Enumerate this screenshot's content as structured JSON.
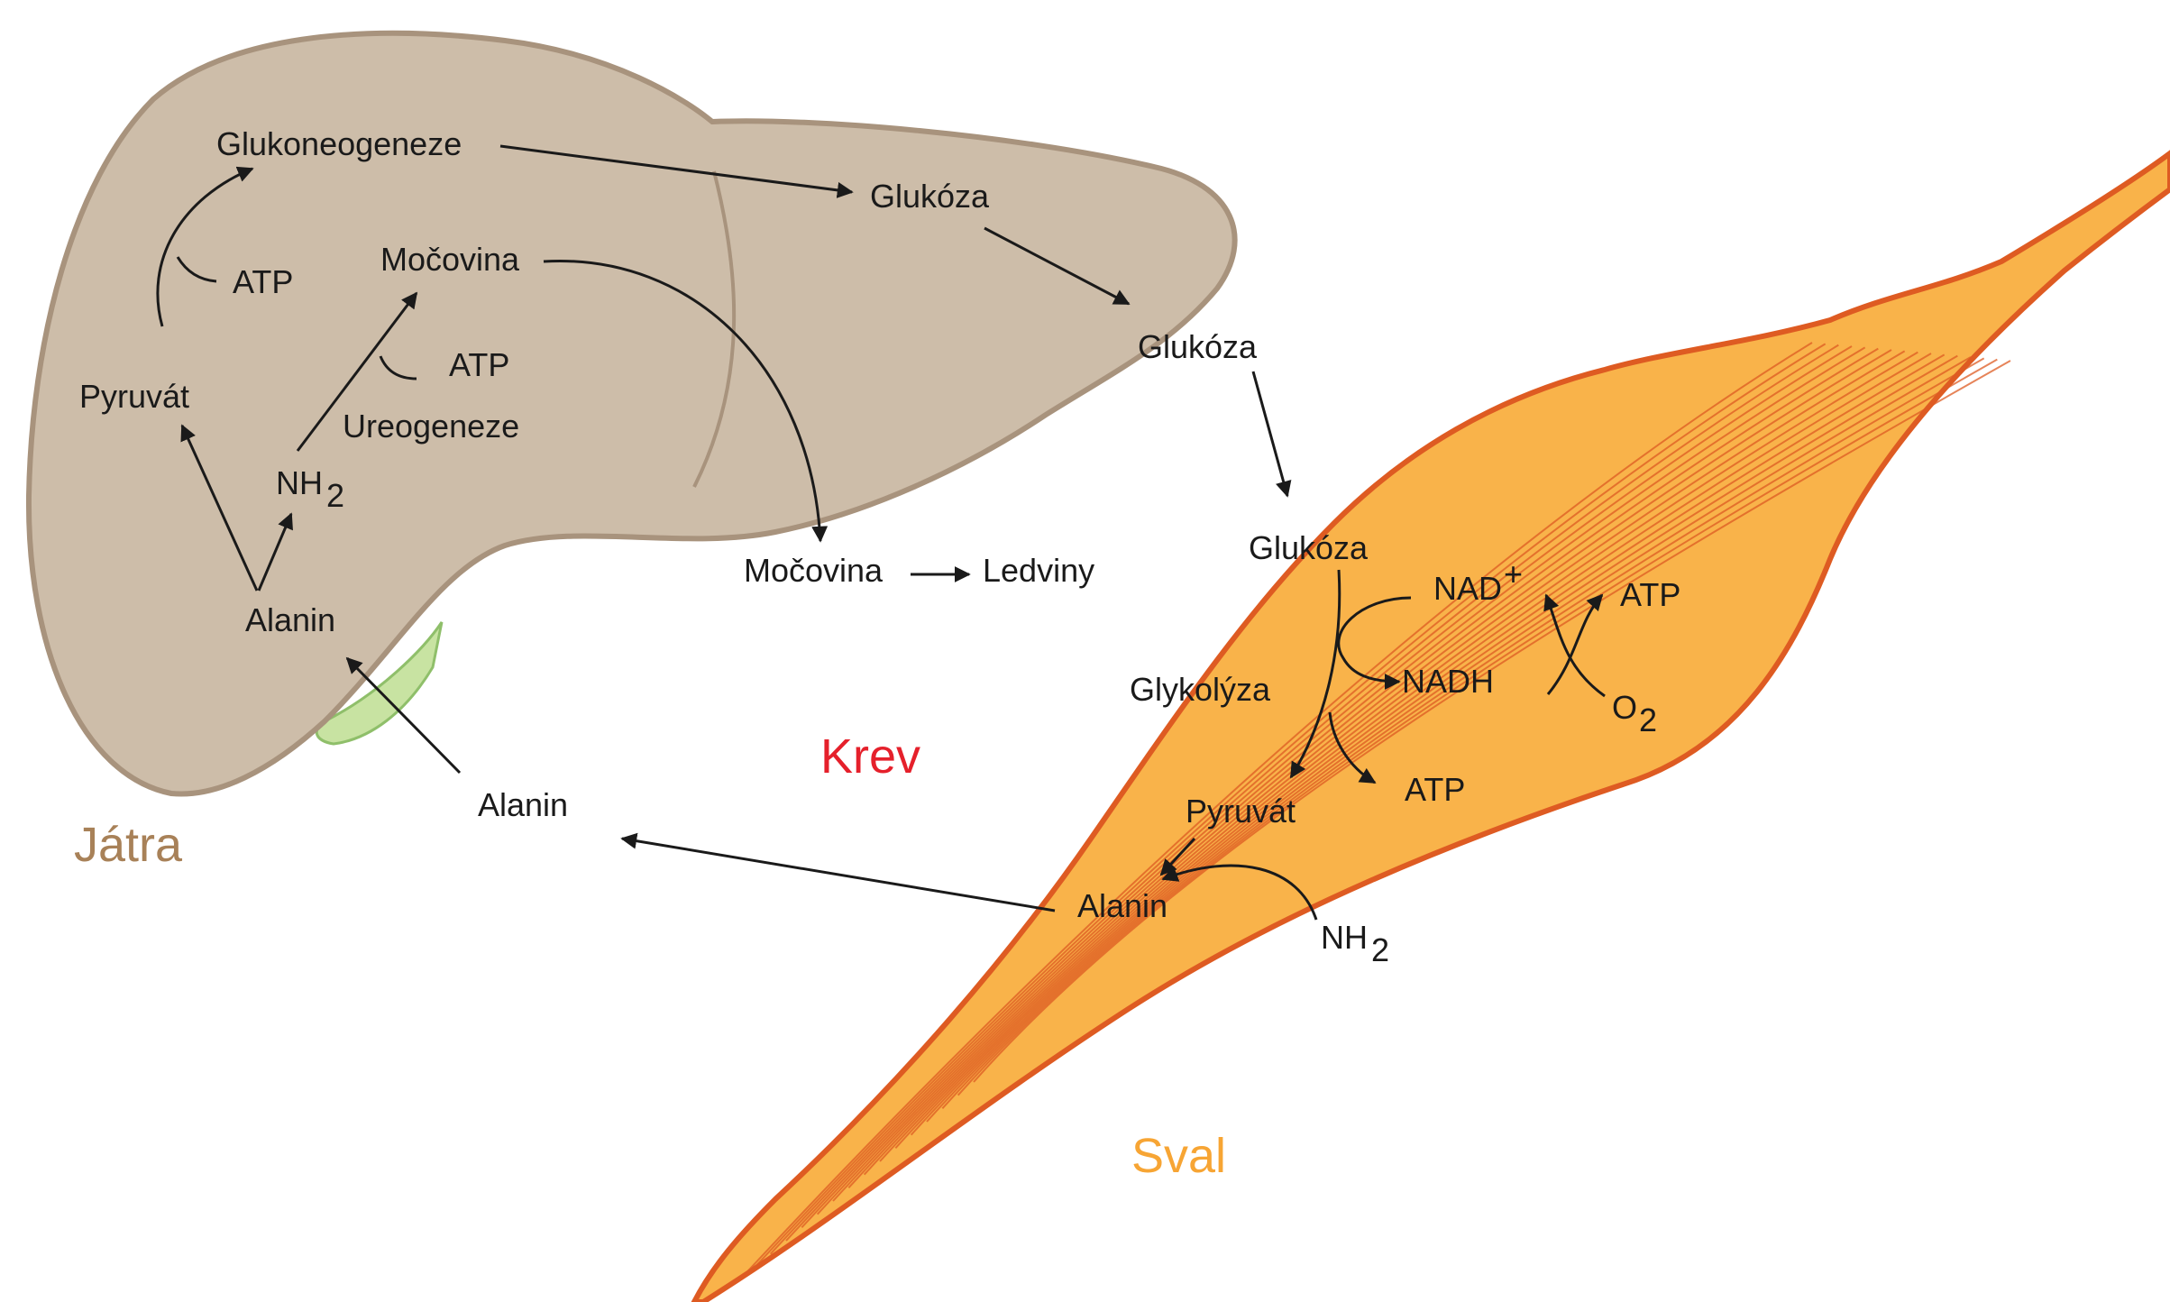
{
  "colors": {
    "liver_fill": "#cdbda9",
    "liver_stroke": "#a8937d",
    "gallbladder": "#c8e3a2",
    "muscle_fill": "#f9b34a",
    "muscle_stroke": "#de5b22",
    "liver_title": "#a88158",
    "blood_title": "#e5202b",
    "muscle_title": "#f7a534",
    "arrow": "#1a1a1a"
  },
  "regions": {
    "liver": "Játra",
    "blood": "Krev",
    "muscle": "Sval"
  },
  "liver": {
    "gluconeogenesis": "Glukoneogeneze",
    "glucose": "Glukóza",
    "urea": "Močovina",
    "atp_gluconeo": "ATP",
    "atp_urea": "ATP",
    "ureogenesis": "Ureogeneze",
    "pyruvate": "Pyruvát",
    "nh2_base": "NH",
    "nh2_sub": "2",
    "alanine": "Alanin"
  },
  "blood": {
    "glucose": "Glukóza",
    "urea": "Močovina",
    "kidneys": "Ledviny",
    "alanine": "Alanin"
  },
  "muscle": {
    "glucose": "Glukóza",
    "glycolysis": "Glykolýza",
    "nad_base": "NAD",
    "nad_sup": "+",
    "nadh": "NADH",
    "atp_glycolysis": "ATP",
    "atp_oxidation": "ATP",
    "o2_base": "O",
    "o2_sub": "2",
    "pyruvate": "Pyruvát",
    "alanine": "Alanin",
    "nh2_base": "NH",
    "nh2_sub": "2"
  }
}
